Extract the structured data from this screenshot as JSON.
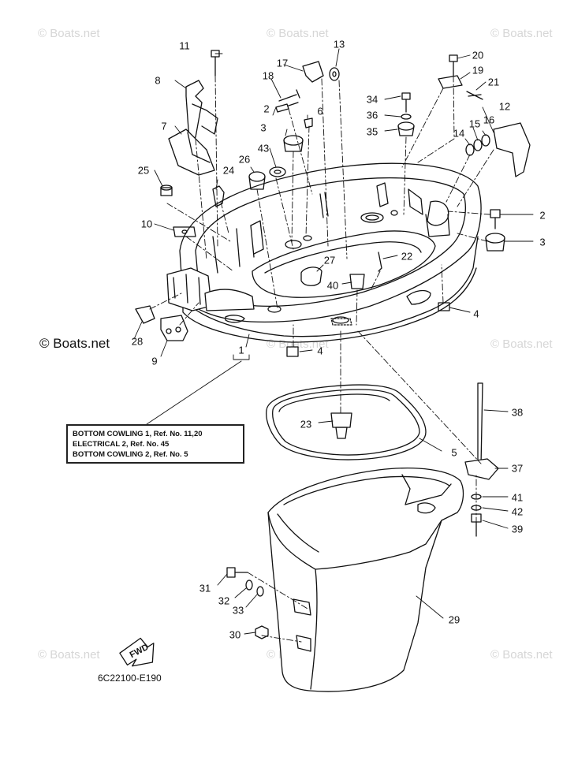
{
  "watermark": {
    "text": "© Boats.net",
    "main_text": "© Boats.net"
  },
  "callouts": {
    "n1": "1",
    "n2a": "2",
    "n2b": "2",
    "n3a": "3",
    "n3b": "3",
    "n4a": "4",
    "n4b": "4",
    "n5": "5",
    "n6": "6",
    "n7": "7",
    "n8": "8",
    "n9": "9",
    "n10": "10",
    "n11": "11",
    "n12": "12",
    "n13": "13",
    "n14": "14",
    "n15": "15",
    "n16": "16",
    "n17": "17",
    "n18": "18",
    "n19": "19",
    "n20": "20",
    "n21": "21",
    "n22": "22",
    "n23": "23",
    "n24": "24",
    "n25": "25",
    "n26": "26",
    "n27": "27",
    "n28": "28",
    "n29": "29",
    "n30": "30",
    "n31": "31",
    "n32": "32",
    "n33": "33",
    "n34": "34",
    "n35": "35",
    "n36": "36",
    "n37": "37",
    "n38": "38",
    "n39": "39",
    "n40": "40",
    "n41": "41",
    "n42": "42",
    "n43": "43"
  },
  "reference_box": {
    "line1": "BOTTOM COWLING 1,  Ref. No. 11,20",
    "line2": "ELECTRICAL 2,  Ref. No. 45",
    "line3": "BOTTOM COWLING 2,  Ref. No. 5"
  },
  "fwd_arrow": {
    "label": "FWD"
  },
  "diagram_code": "6C22100-E190"
}
